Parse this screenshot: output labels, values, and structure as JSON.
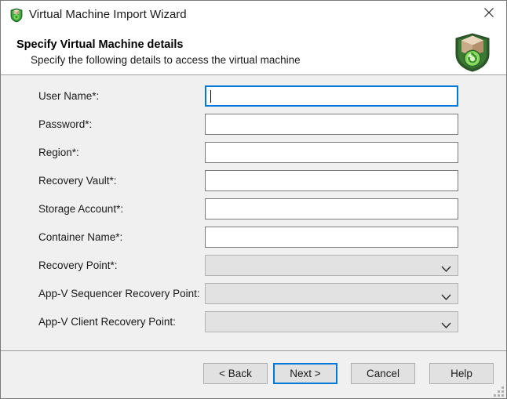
{
  "window": {
    "title": "Virtual Machine Import Wizard",
    "icon": "vm-import-shield-icon",
    "close_label": "✕"
  },
  "header": {
    "title": "Specify Virtual Machine details",
    "subtitle": "Specify the following details to access the virtual machine",
    "icon": "vm-import-banner-icon"
  },
  "form": {
    "fields": [
      {
        "label": "User Name*:",
        "type": "text",
        "value": "",
        "enabled": true,
        "focused": true
      },
      {
        "label": "Password*:",
        "type": "password",
        "value": "",
        "enabled": true,
        "focused": false
      },
      {
        "label": "Region*:",
        "type": "text",
        "value": "",
        "enabled": true,
        "focused": false
      },
      {
        "label": "Recovery Vault*:",
        "type": "text",
        "value": "",
        "enabled": true,
        "focused": false
      },
      {
        "label": "Storage Account*:",
        "type": "text",
        "value": "",
        "enabled": true,
        "focused": false
      },
      {
        "label": "Container Name*:",
        "type": "text",
        "value": "",
        "enabled": true,
        "focused": false
      },
      {
        "label": "Recovery Point*:",
        "type": "combo",
        "value": "",
        "enabled": false,
        "focused": false
      },
      {
        "label": "App-V Sequencer Recovery Point:",
        "type": "combo",
        "value": "",
        "enabled": false,
        "focused": false
      },
      {
        "label": "App-V Client Recovery Point:",
        "type": "combo",
        "value": "",
        "enabled": false,
        "focused": false
      }
    ]
  },
  "footer": {
    "back_label": "< Back",
    "next_label": "Next >",
    "cancel_label": "Cancel",
    "help_label": "Help"
  },
  "colors": {
    "accent": "#0078d7",
    "body_background": "#f0f0f0",
    "titlebar_background": "#ffffff",
    "field_background": "#ffffff",
    "field_disabled_background": "#e2e2e2",
    "border": "#7a7a7a",
    "button_background": "#e1e1e1"
  }
}
